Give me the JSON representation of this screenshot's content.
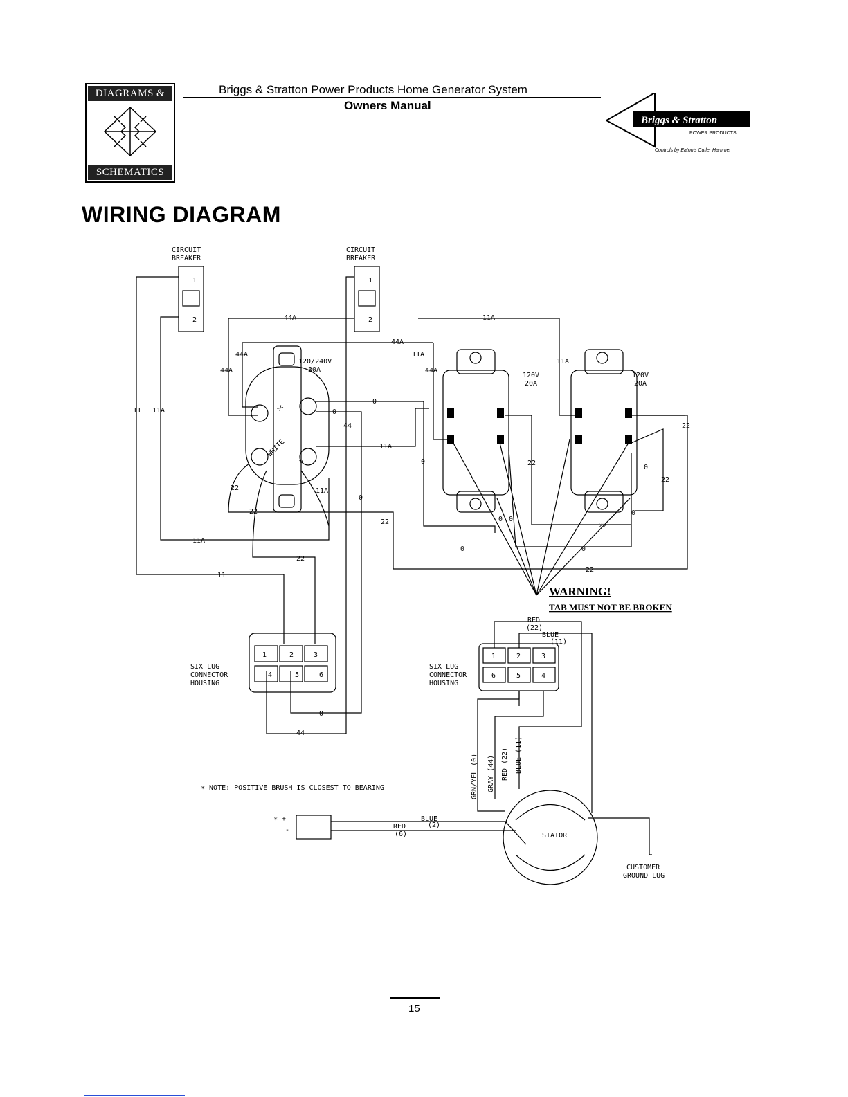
{
  "header": {
    "line1": "Briggs & Stratton Power Products Home Generator System",
    "line2": "Owners Manual"
  },
  "logo": {
    "top": "DIAGRAMS &",
    "bottom": "SCHEMATICS"
  },
  "brand": {
    "name": "Briggs & Stratton",
    "sub": "POWER PRODUCTS",
    "caption": "Controls by Eaton's Cutler Hammer"
  },
  "title": "WIRING DIAGRAM",
  "labels": {
    "cb1_line1": "CIRCUIT",
    "cb1_line2": "BREAKER",
    "cb2_line1": "CIRCUIT",
    "cb2_line2": "BREAKER",
    "pole1": "1",
    "pole2": "2",
    "w44a": "44A",
    "w11a": "11A",
    "w11": "11",
    "w44": "44",
    "w0": "0",
    "w22": "22",
    "rec30_line1": "120/240V",
    "rec30_line2": "30A",
    "white": "WHITE",
    "x": "X",
    "y": "Y",
    "dup_line1": "120V",
    "dup_line2": "20A",
    "warning": "WARNING!",
    "warning_sub": "TAB MUST NOT BE BROKEN",
    "six_line1": "SIX LUG",
    "six_line2": "CONNECTOR",
    "six_line3": "HOUSING",
    "red22_a": "RED",
    "red22_b": "(22)",
    "blue11_a": "BLUE",
    "blue11_b": "(11)",
    "wire_grn": "GRN/YEL (0)",
    "wire_gray": "GRAY (44)",
    "wire_red": "RED (22)",
    "wire_blue": "BLUE (11)",
    "note": "∗ NOTE: POSITIVE BRUSH IS CLOSEST TO BEARING",
    "blue2_a": "BLUE",
    "blue2_b": "(2)",
    "red6_a": "RED",
    "red6_b": "(6)",
    "stator": "STATOR",
    "ground_line1": "CUSTOMER",
    "ground_line2": "GROUND LUG",
    "plus": "∗ +",
    "minus": "-",
    "lug1": "1",
    "lug2": "2",
    "lug3": "3",
    "lug4": "4",
    "lug5": "5",
    "lug6": "6"
  },
  "page_number": "15"
}
